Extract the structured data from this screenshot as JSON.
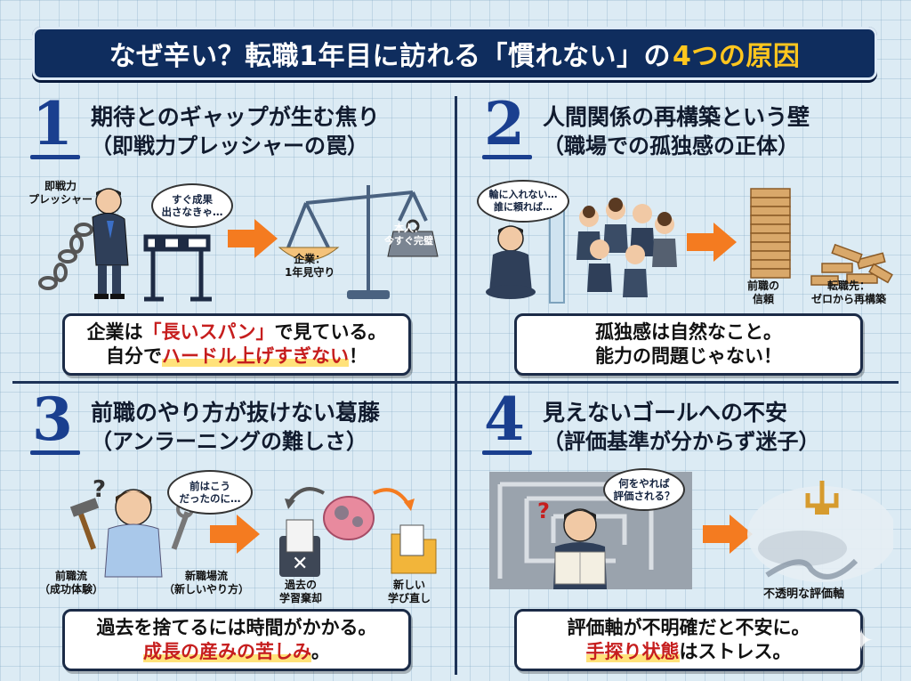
{
  "title": {
    "main": "なぜ辛い？転職1年目に訪れる「慣れない」の",
    "accent": "4つの原因"
  },
  "sections": [
    {
      "num": "1",
      "heading1": "期待とのギャップが生む焦り",
      "heading2": "（即戦力プレッシャーの罠）",
      "labels": {
        "pressure": "即戦力\nプレッシャー",
        "bubble": "すぐ成果\n出さなきゃ…",
        "company": "企業：\n1年見守り",
        "self": "本人：\n今すぐ完璧"
      },
      "box": {
        "l1a": "企業は",
        "l1red": "「長いスパン」",
        "l1b": "で見ている。",
        "l2a": "自分で",
        "l2red": "ハードル上げすぎない",
        "l2b": "！"
      }
    },
    {
      "num": "2",
      "heading1": "人間関係の再構築という壁",
      "heading2": "（職場での孤独感の正体）",
      "labels": {
        "bubble": "輪に入れない…\n誰に頼れば…",
        "prev": "前職の\n信頼",
        "new": "転職先：\nゼロから再構築"
      },
      "box": {
        "l1": "孤独感は自然なこと。",
        "l2": "能力の問題じゃない！"
      }
    },
    {
      "num": "3",
      "heading1": "前職のやり方が抜けない葛藤",
      "heading2": "（アンラーニングの難しさ）",
      "labels": {
        "bubble": "前はこう\nだったのに…",
        "left": "前職流\n（成功体験）",
        "right": "新職場流\n（新しいやり方）",
        "unlearn": "過去の\n学習棄却",
        "relearn": "新しい\n学び直し"
      },
      "box": {
        "l1": "過去を捨てるには時間がかかる。",
        "l2red": "成長の産みの苦しみ",
        "l2b": "。"
      }
    },
    {
      "num": "4",
      "heading1": "見えないゴールへの不安",
      "heading2": "（評価基準が分からず迷子）",
      "labels": {
        "bubble": "何をやれば\n評価される？",
        "axis": "不透明な評価軸"
      },
      "box": {
        "l1": "評価軸が不明確だと不安に。",
        "l2red": "手探り状態",
        "l2b": "はストレス。"
      }
    }
  ],
  "colors": {
    "navy": "#0f2d5e",
    "accent": "#ffc61e",
    "number": "#1a3f8f",
    "red": "#c61e1e",
    "arrow": "#f47b20"
  }
}
